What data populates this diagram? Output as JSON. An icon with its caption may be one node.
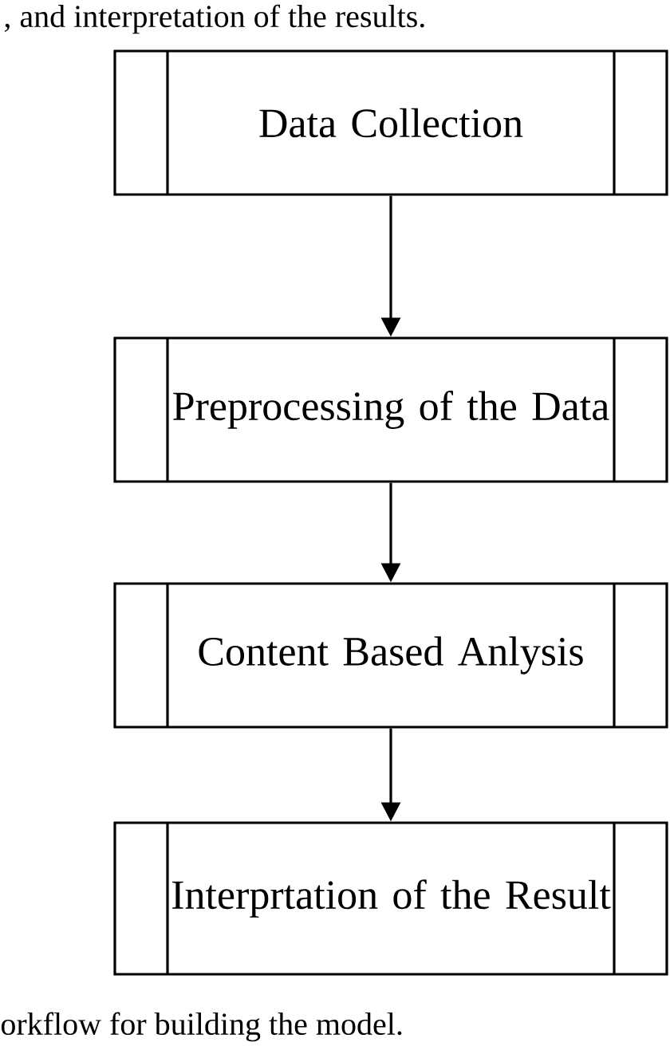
{
  "diagram": {
    "nodes": [
      {
        "text": [
          "Data Collection"
        ]
      },
      {
        "text": [
          "Preprocessing of the Data"
        ]
      },
      {
        "text": [
          "Content Based Anlysis"
        ]
      },
      {
        "text": [
          "Interprtation of the Result"
        ]
      }
    ],
    "edges": [
      {
        "from": 0,
        "to": 1,
        "arrow": "to"
      },
      {
        "from": 1,
        "to": 2,
        "arrow": "to"
      },
      {
        "from": 2,
        "to": 3,
        "arrow": "to"
      }
    ],
    "labels": [
      ", and interpretation of the results.",
      "orkflow for building the model."
    ]
  }
}
